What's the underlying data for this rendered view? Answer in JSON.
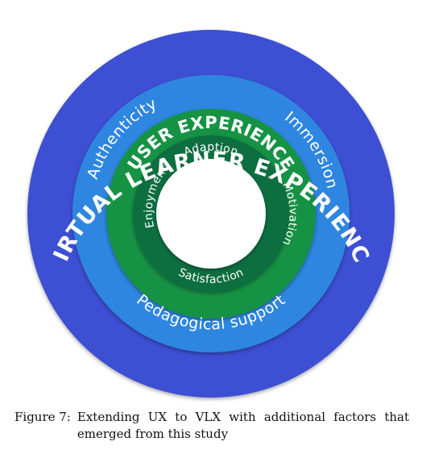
{
  "diagram": {
    "outer_ring": {
      "label": "VIRTUAL LEARNER EXPERIENCE",
      "color": "#3c4fd3"
    },
    "middle_ring": {
      "labels": {
        "top_left": "Authenticity",
        "top_right": "Immersion",
        "bottom": "Pedagogical support"
      },
      "color": "#2f86e0"
    },
    "ux_ring": {
      "label": "USER EXPERIENCE",
      "color": "#149245"
    },
    "inner_ring": {
      "labels": {
        "top": "Adaption",
        "right": "Motivation",
        "bottom": "Satisfaction",
        "left": "Enjoyment"
      },
      "color": "#0c6e3f"
    },
    "center_color": "#ffffff"
  },
  "caption": {
    "label": "Figure 7:",
    "text": "Extending UX to VLX with additional factors that emerged from this study"
  }
}
